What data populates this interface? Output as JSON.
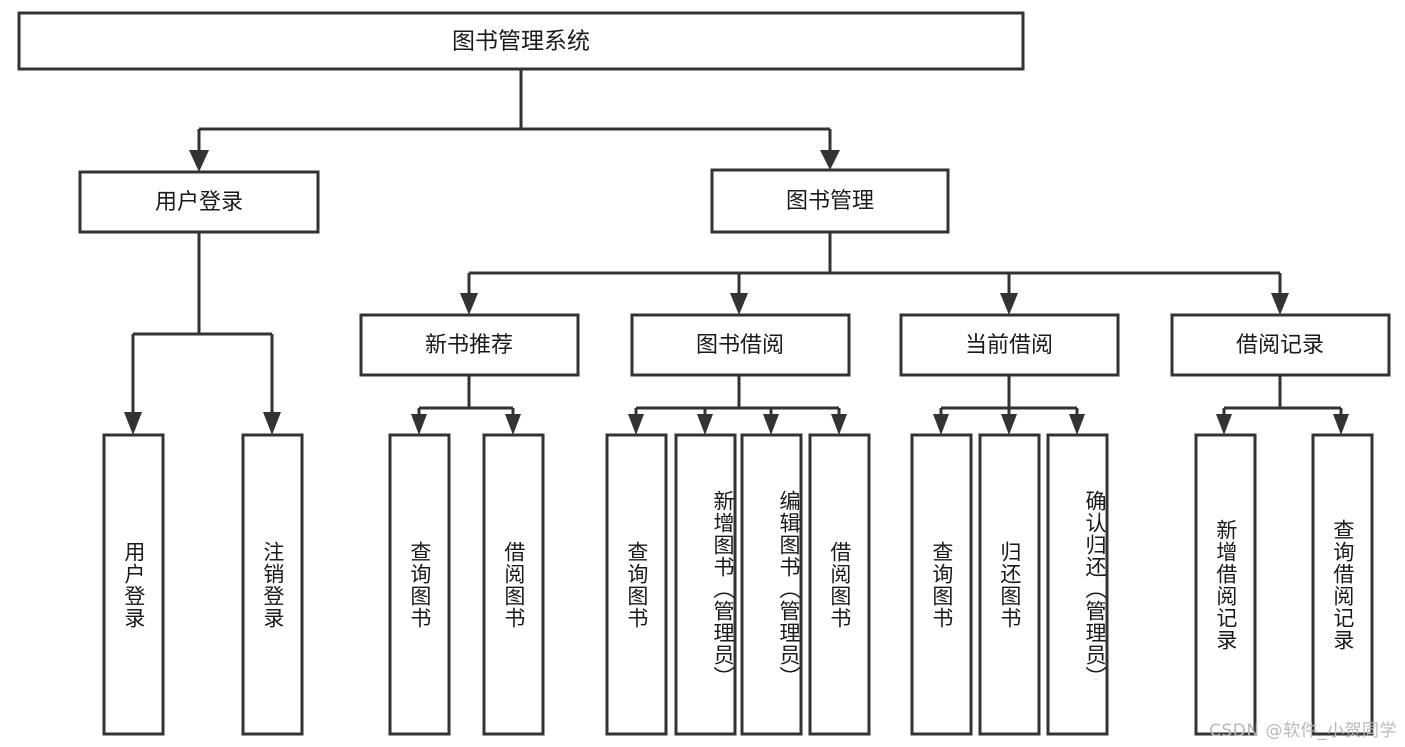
{
  "diagram": {
    "type": "tree",
    "title": "图书管理系统",
    "background_color": "#ffffff",
    "line_color": "#333333",
    "text_color": "#1a1a1a",
    "root": {
      "id": "root",
      "label": "图书管理系统"
    },
    "level2": [
      {
        "id": "user-login",
        "label": "用户登录"
      },
      {
        "id": "book-management",
        "label": "图书管理"
      }
    ],
    "level3": [
      {
        "id": "new-book-recommend",
        "label": "新书推荐",
        "parent": "book-management"
      },
      {
        "id": "book-borrow",
        "label": "图书借阅",
        "parent": "book-management"
      },
      {
        "id": "current-borrow",
        "label": "当前借阅",
        "parent": "book-management"
      },
      {
        "id": "borrow-record",
        "label": "借阅记录",
        "parent": "book-management"
      }
    ],
    "leaves": [
      {
        "id": "leaf-user-login",
        "label": "用户登录",
        "parent": "user-login"
      },
      {
        "id": "leaf-user-logout",
        "label": "注销登录",
        "parent": "user-login"
      },
      {
        "id": "leaf-query-book-1",
        "label": "查询图书",
        "parent": "new-book-recommend"
      },
      {
        "id": "leaf-borrow-book-1",
        "label": "借阅图书",
        "parent": "new-book-recommend"
      },
      {
        "id": "leaf-query-book-2",
        "label": "查询图书",
        "parent": "book-borrow"
      },
      {
        "id": "leaf-add-book",
        "label": "新增图书（管理员）",
        "parent": "book-borrow"
      },
      {
        "id": "leaf-edit-book",
        "label": "编辑图书（管理员）",
        "parent": "book-borrow"
      },
      {
        "id": "leaf-borrow-book-2",
        "label": "借阅图书",
        "parent": "book-borrow"
      },
      {
        "id": "leaf-query-book-3",
        "label": "查询图书",
        "parent": "current-borrow"
      },
      {
        "id": "leaf-return-book",
        "label": "归还图书",
        "parent": "current-borrow"
      },
      {
        "id": "leaf-confirm-return",
        "label": "确认归还（管理员）",
        "parent": "current-borrow"
      },
      {
        "id": "leaf-add-borrow-record",
        "label": "新增借阅记录",
        "parent": "borrow-record"
      },
      {
        "id": "leaf-query-borrow-record",
        "label": "查询借阅记录",
        "parent": "borrow-record"
      }
    ]
  },
  "watermark": {
    "text": "CSDN @软件_小贺同学"
  }
}
